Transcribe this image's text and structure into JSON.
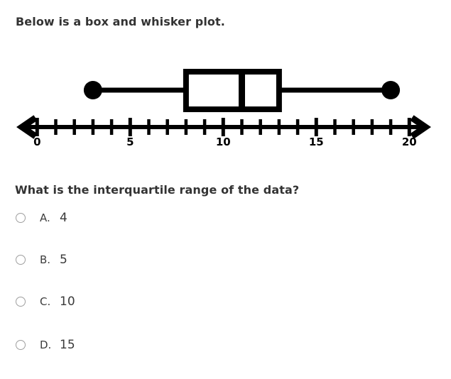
{
  "page": {
    "title": "Below is a box and whisker plot.",
    "question": "What is the interquartile range of the data?"
  },
  "options": [
    {
      "letter": "A.",
      "value": "4"
    },
    {
      "letter": "B.",
      "value": "5"
    },
    {
      "letter": "C.",
      "value": "10"
    },
    {
      "letter": "D.",
      "value": "15"
    }
  ],
  "colors": {
    "text": "#333333",
    "plot": "#000000",
    "radio_border": "#9e9e9e"
  },
  "chart_data": {
    "type": "boxplot",
    "orientation": "horizontal",
    "title": "",
    "values": {
      "min": 3,
      "q1": 8,
      "median": 11,
      "q3": 13,
      "max": 19
    },
    "axis": {
      "start": 0,
      "end": 20,
      "tick_step": 1,
      "label_step": 5,
      "tick_labels": [
        "0",
        "5",
        "10",
        "15",
        "20"
      ],
      "arrows": "both",
      "grid": false
    }
  }
}
